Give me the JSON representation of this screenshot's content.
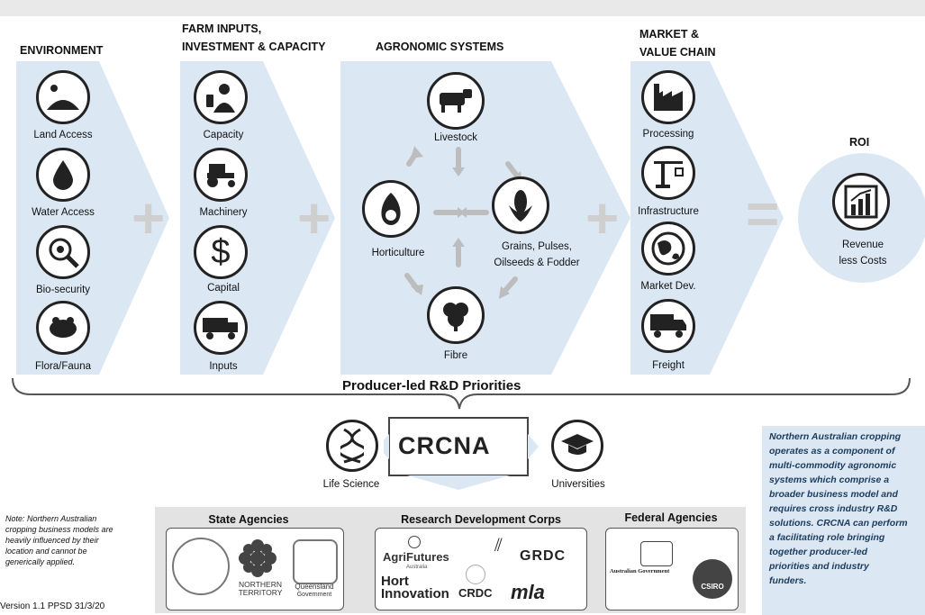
{
  "headers": {
    "environment": "ENVIRONMENT",
    "farm_inputs_1": "FARM INPUTS,",
    "farm_inputs_2": "INVESTMENT & CAPACITY",
    "agronomic": "AGRONOMIC SYSTEMS",
    "market_1": "MARKET &",
    "market_2": "VALUE CHAIN",
    "roi": "ROI"
  },
  "environment_items": [
    "Land Access",
    "Water Access",
    "Bio-security",
    "Flora/Fauna"
  ],
  "input_items": [
    "Capacity",
    "Machinery",
    "Capital",
    "Inputs"
  ],
  "agronomic_items": {
    "livestock": "Livestock",
    "horticulture": "Horticulture",
    "grains_1": "Grains, Pulses,",
    "grains_2": "Oilseeds & Fodder",
    "fibre": "Fibre"
  },
  "market_items": [
    "Processing",
    "Infrastructure",
    "Market Dev.",
    "Freight"
  ],
  "roi_label_1": "Revenue",
  "roi_label_2": "less Costs",
  "operators": {
    "plus": "+",
    "equals": "="
  },
  "priorities_title": "Producer-led R&D Priorities",
  "crcna": {
    "logo": "CRCNA",
    "left": "Life Science",
    "right": "Universities"
  },
  "agencies": {
    "state": "State Agencies",
    "rdc": "Research Development Corps",
    "federal": "Federal Agencies"
  },
  "logos": {
    "nt_1": "NORTHERN",
    "nt_2": "TERRITORY",
    "qld_1": "Queensland",
    "qld_2": "Government",
    "agrifutures": "AgriFutures",
    "agrifutures_sub": "Australia",
    "grdc": "GRDC",
    "hort_1": "Hort",
    "hort_2": "Innovation",
    "crdc": "CRDC",
    "mla": "mla",
    "aus_gov": "Australian Government",
    "csiro": "CSIRO"
  },
  "note": "Note: Northern Australian cropping business models are heavily influenced by their location and cannot be generically applied.",
  "version": "Version 1.1 PPSD 31/3/20",
  "info_lines": [
    "Northern Australian cropping",
    "operates as a component of",
    "multi-commodity agronomic",
    "systems which comprise a",
    "broader business model and",
    "requires cross industry R&D",
    "solutions. CRCNA can perform",
    "a facilitating role bringing",
    "together producer-led",
    "priorities and industry",
    "funders."
  ],
  "colors": {
    "panel": "#dbe8f4",
    "dark": "#222222",
    "operator": "#cfcfcf",
    "info_text": "#1d3b5c"
  }
}
